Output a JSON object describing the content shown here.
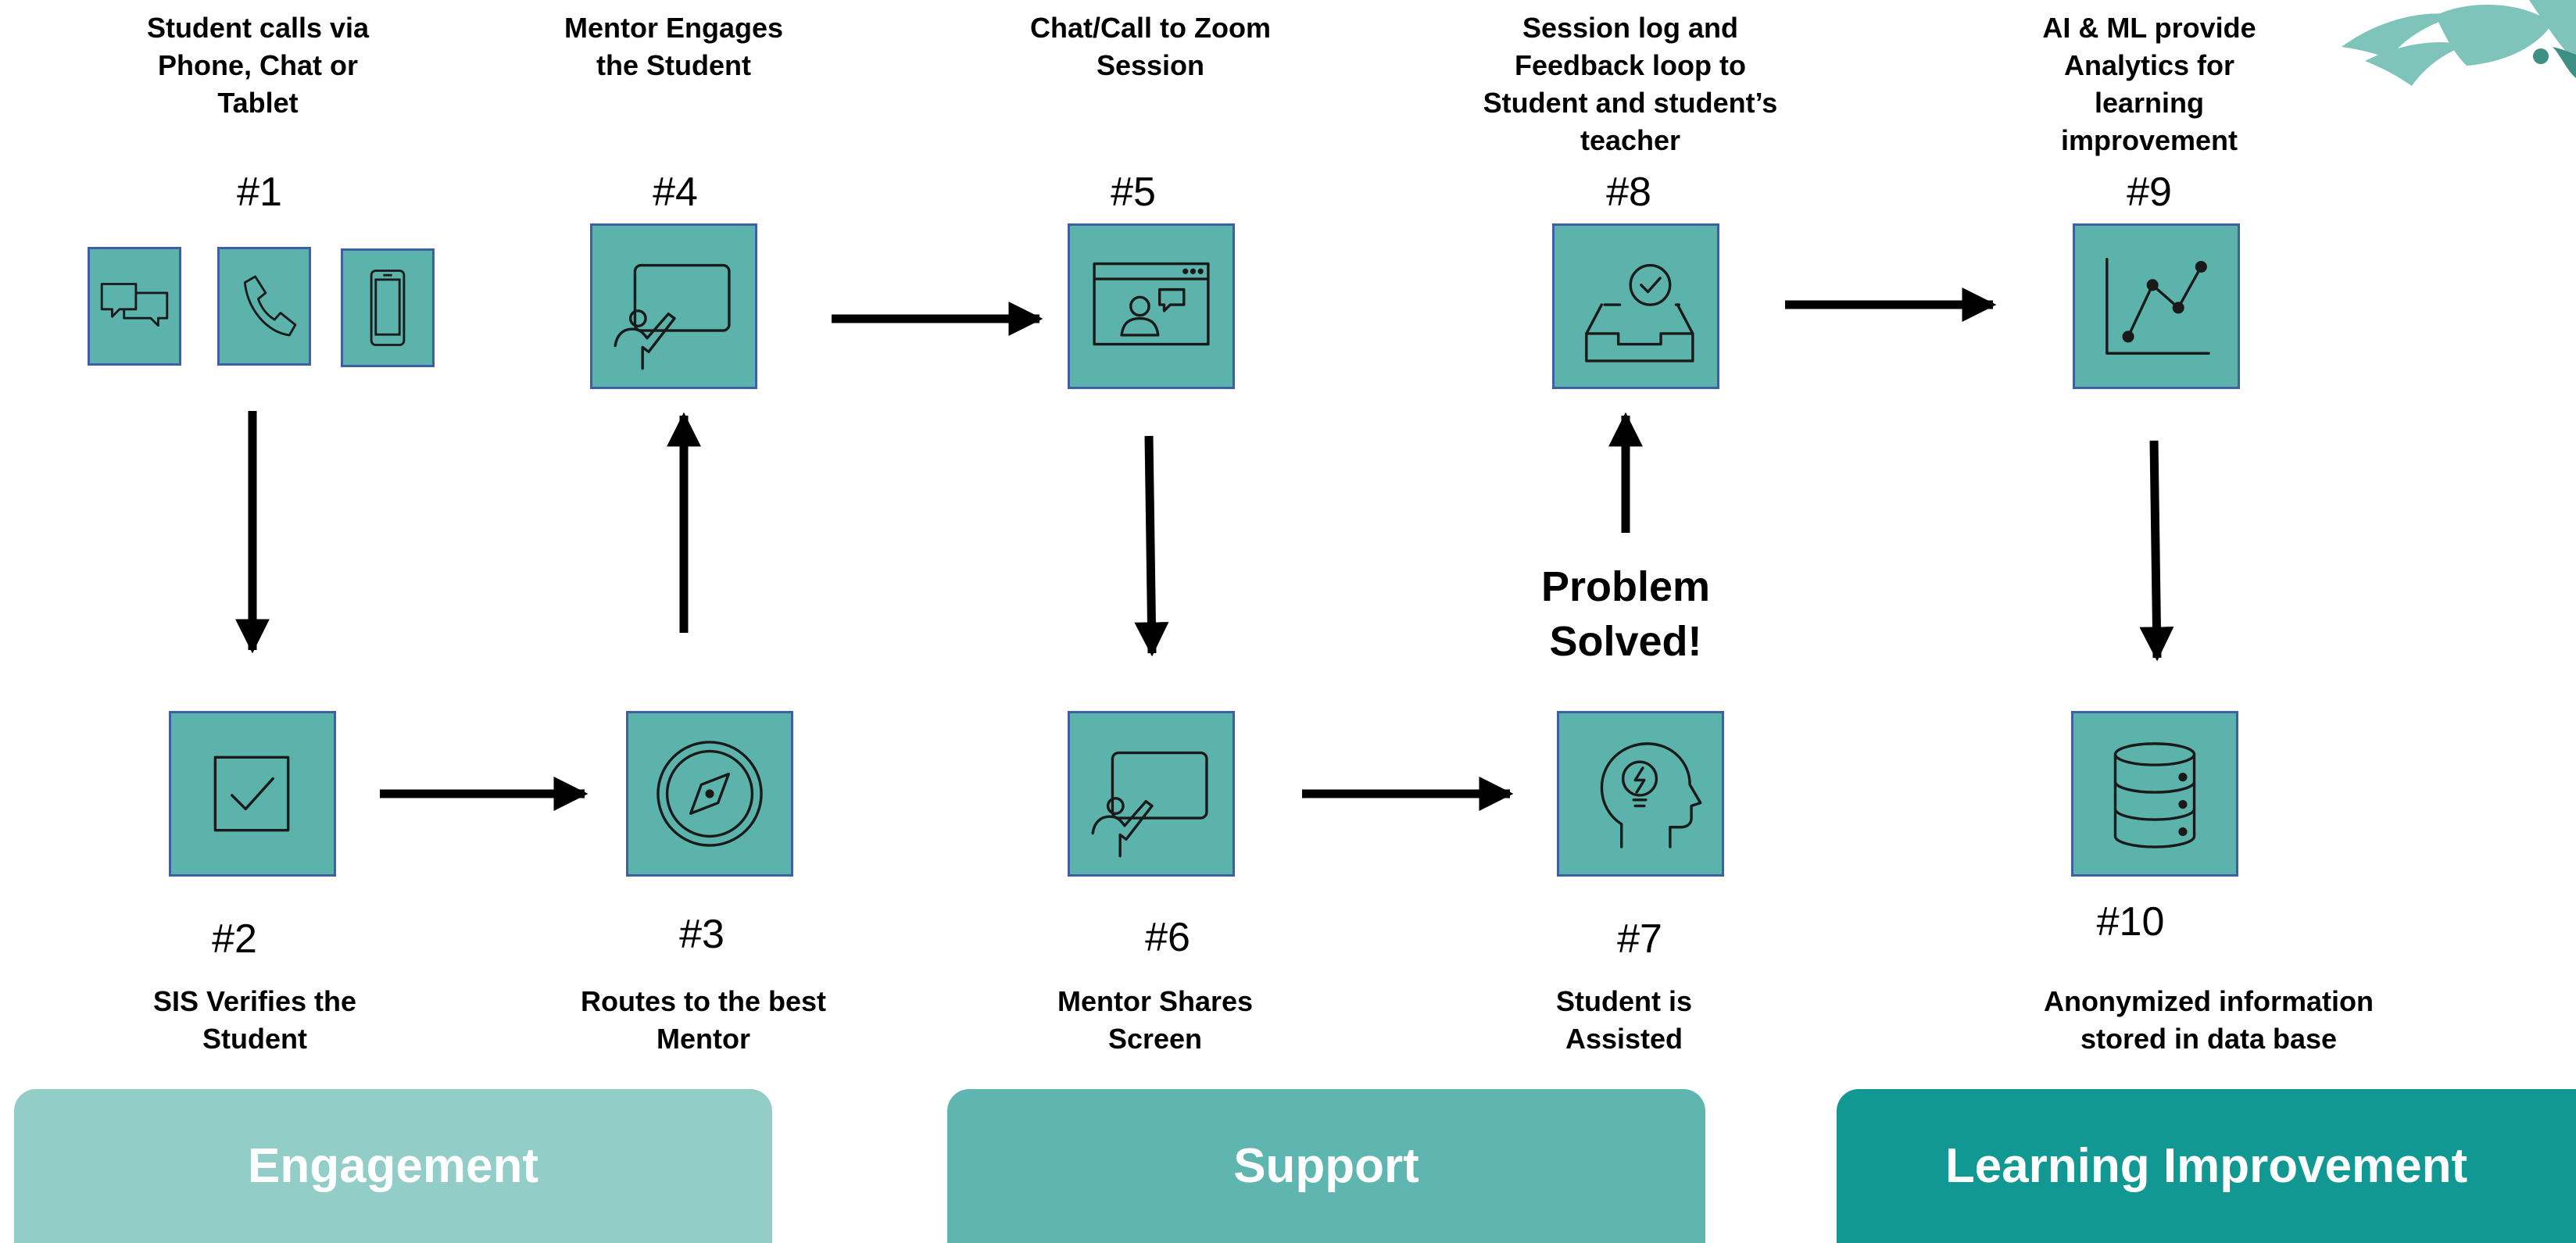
{
  "steps": {
    "s1": {
      "num": "#1",
      "caption": [
        "Student calls  via",
        "Phone, Chat or",
        "Tablet"
      ],
      "icons": [
        "chat-icon",
        "phone-icon",
        "tablet-icon"
      ]
    },
    "s2": {
      "num": "#2",
      "caption": [
        "SIS Verifies the",
        "Student"
      ],
      "icon": "checkbox-icon"
    },
    "s3": {
      "num": "#3",
      "caption": [
        "Routes to the best",
        "Mentor"
      ],
      "icon": "compass-icon"
    },
    "s4": {
      "num": "#4",
      "caption": [
        "Mentor Engages",
        "the Student"
      ],
      "icon": "presenter-icon"
    },
    "s5": {
      "num": "#5",
      "caption": [
        "Chat/Call to Zoom",
        "Session"
      ],
      "icon": "video-session-icon"
    },
    "s6": {
      "num": "#6",
      "caption": [
        "Mentor Shares",
        "Screen"
      ],
      "icon": "presenter-icon"
    },
    "s7": {
      "num": "#7",
      "caption": [
        "Student is",
        "Assisted"
      ],
      "icon": "head-idea-icon"
    },
    "s8": {
      "num": "#8",
      "caption": [
        "Session log and",
        "Feedback loop to",
        "Student and student’s",
        "teacher"
      ],
      "icon": "inbox-check-icon"
    },
    "s9": {
      "num": "#9",
      "caption": [
        "AI & ML provide",
        "Analytics for",
        "learning",
        "improvement"
      ],
      "icon": "line-chart-icon"
    },
    "s10": {
      "num": "#10",
      "caption": [
        "Anonymized information",
        "stored in data base"
      ],
      "icon": "database-icon"
    }
  },
  "problem_solved": [
    "Problem",
    "Solved!"
  ],
  "phases": [
    {
      "label": "Engagement",
      "color": "#93cdc8"
    },
    {
      "label": "Support",
      "color": "#5fb5af"
    },
    {
      "label": "Learning Improvement",
      "color": "#129892"
    }
  ],
  "colors": {
    "icon_box": "#5bb3ac",
    "icon_border": "#3f5fa5",
    "arrow": "#000000"
  },
  "decoration": "bird-logo-icon"
}
